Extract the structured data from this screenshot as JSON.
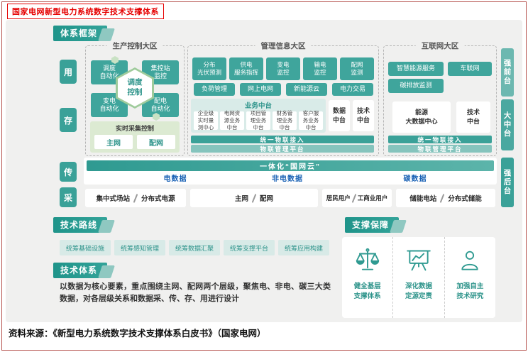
{
  "title": "国家电网新型电力系统数字技术支撑体系",
  "source": "资料来源：《新型电力系统数字技术支撑体系白皮书》（国家电网）",
  "colors": {
    "teal": "#2f9a91",
    "teal_box": "#3fa59c",
    "light_teal": "#d9ebe8",
    "light_green": "#dcead2",
    "blue": "#1a62b5",
    "red": "#e60000",
    "gray_bg": "#f0f0ef"
  },
  "framework": {
    "header": "体系框架",
    "left_tabs": [
      "用",
      "存",
      "传",
      "采"
    ],
    "right_tabs": [
      "强前台",
      "大中台",
      "强后台"
    ],
    "production": {
      "label": "生产控制大区",
      "boxes": [
        "调度\n自动化",
        "集控站\n监控",
        "变电\n自动化",
        "配电\n自动化"
      ],
      "hexagon": "调度\n控制",
      "realtime": {
        "label": "实时采集控制",
        "items": [
          "主网",
          "配网"
        ]
      }
    },
    "management": {
      "label": "管理信息大区",
      "row1": [
        "分布\n光伏预测",
        "供电\n服务指挥",
        "变电\n监控",
        "输电\n监控",
        "配网\n监测"
      ],
      "row2": [
        "负荷管理",
        "网上电网",
        "新能源云",
        "电力交易"
      ],
      "business": {
        "label": "业务中台",
        "boxes": [
          "企业级\n实时量\n测中心",
          "电网资\n源业务\n中台",
          "项目管\n理业务\n中台",
          "财务管\n理业务\n中台",
          "客户服\n务业务\n中台"
        ]
      },
      "side_boxes": [
        "数据\n中台",
        "技术\n中台"
      ],
      "iot_access": "统一物联接入",
      "iot_platform": "物联管理平台"
    },
    "internet": {
      "label": "互联网大区",
      "apps": [
        "智慧能源服务",
        "车联网",
        "碳排放监测"
      ],
      "centers": [
        "能源\n大数据中心",
        "技术\n中台"
      ],
      "iot_access": "统一物联接入",
      "iot_platform": "物联管理平台"
    },
    "cloud_bar": "一体化“国网云”",
    "data_labels": [
      "电数据",
      "非电数据",
      "碳数据"
    ],
    "collect": [
      {
        "left": "集中式场站",
        "right": "分布式电源"
      },
      {
        "left": "主网",
        "right": "配网"
      },
      {
        "left": "居民用户",
        "right": "工商业用户"
      },
      {
        "left": "储能电站",
        "right": "分布式储能"
      }
    ]
  },
  "tech_route": {
    "header": "技术路线",
    "items": [
      "统筹基础设施",
      "统筹感知管理",
      "统筹数据汇聚",
      "统筹支撑平台",
      "统筹应用构建"
    ]
  },
  "tech_system": {
    "header": "技术体系",
    "text": "以数据为核心要素，重点围绕主网、配网两个层级，聚焦电、非电、碳三大类数据，对各层级关系和数据采、传、存、用进行设计"
  },
  "support": {
    "header": "支撑保障",
    "items": [
      {
        "icon": "scales-icon",
        "label": "健全基层\n支撑体系"
      },
      {
        "icon": "chart-board-icon",
        "label": "深化数据\n定源定责"
      },
      {
        "icon": "person-icon",
        "label": "加强自主\n技术研究"
      }
    ]
  }
}
